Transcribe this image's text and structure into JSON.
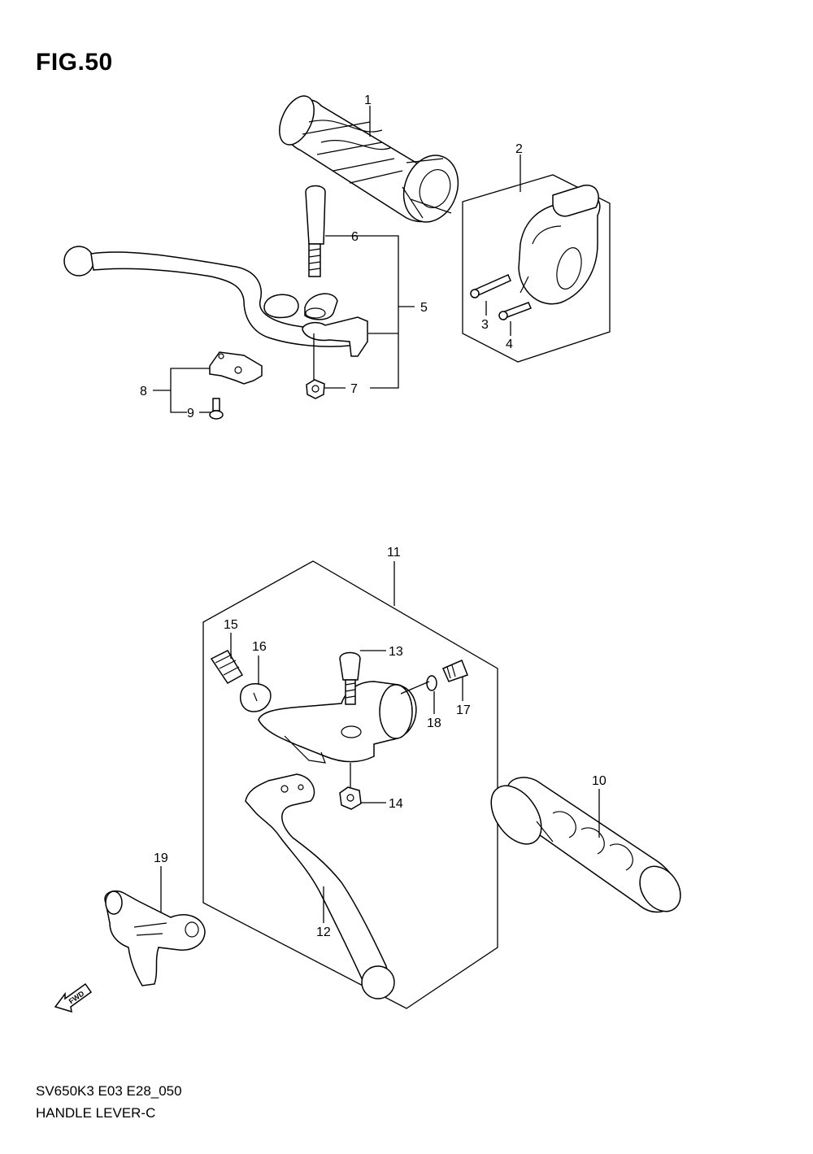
{
  "figure": {
    "title": "FIG.50",
    "code": "SV650K3 E03 E28_050",
    "name": "HANDLE LEVER-C"
  },
  "callouts": {
    "c1": "1",
    "c2": "2",
    "c3": "3",
    "c4": "4",
    "c5": "5",
    "c6": "6",
    "c7": "7",
    "c8": "8",
    "c9": "9",
    "c10": "10",
    "c11": "11",
    "c12": "12",
    "c13": "13",
    "c14": "14",
    "c15": "15",
    "c16": "16",
    "c17": "17",
    "c18": "18",
    "c19": "19"
  },
  "fwd_label": "FWD"
}
